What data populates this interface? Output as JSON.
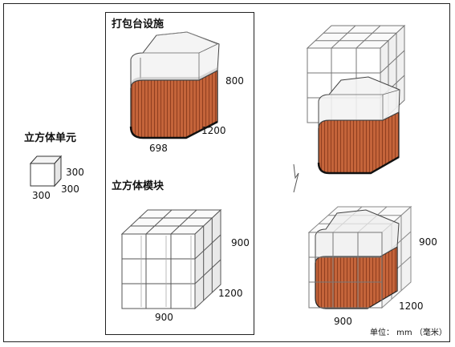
{
  "labels": {
    "cube_unit_title": "立方体单元",
    "cube_dim_right": "300",
    "cube_dim_front": "300",
    "cube_dim_left": "300",
    "packing_title": "打包台设施",
    "packing_height": "800",
    "packing_length": "1200",
    "packing_width": "698",
    "module_title": "立方体模块",
    "module_height": "900",
    "module_depth": "1200",
    "module_width": "900",
    "assembly_height": "900",
    "assembly_depth": "1200",
    "assembly_width": "900",
    "unit_note": "单位： mm （毫米）"
  },
  "colors": {
    "wood": "#c4643a",
    "wood_dark": "#8a3a1c",
    "grid_line": "#777777",
    "glass": "#f2f2f2"
  }
}
